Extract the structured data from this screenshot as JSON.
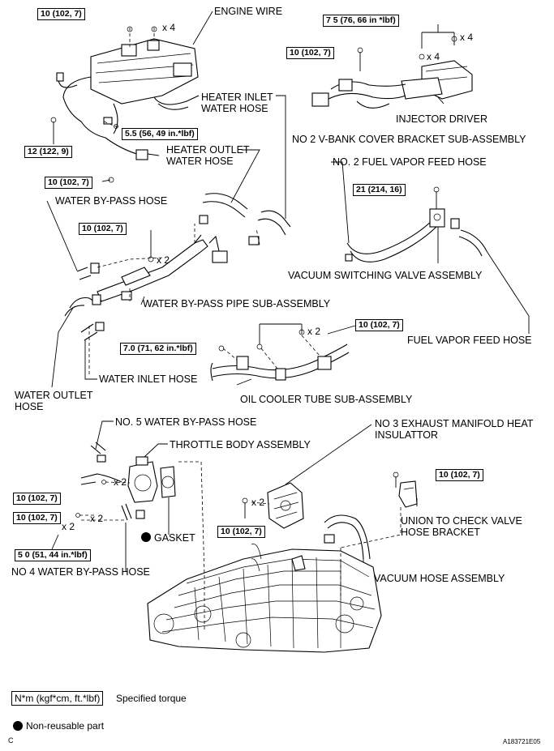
{
  "labels": {
    "engine_wire": "ENGINE WIRE",
    "heater_inlet": "HEATER INLET WATER HOSE",
    "injector_driver": "INJECTOR DRIVER",
    "v_bank_bracket": "NO  2 V-BANK COVER BRACKET SUB-ASSEMBLY",
    "heater_outlet": "HEATER OUTLET WATER HOSE",
    "fuel_vapor_feed_2": "NO. 2 FUEL VAPOR FEED HOSE",
    "water_bypass_hose": "WATER BY-PASS HOSE",
    "vacuum_switching_valve": "VACUUM SWITCHING VALVE ASSEMBLY",
    "water_bypass_pipe": "WATER BY-PASS PIPE SUB-ASSEMBLY",
    "fuel_vapor_feed": "FUEL VAPOR FEED HOSE",
    "water_inlet_hose": "WATER INLET HOSE",
    "water_outlet_hose": "WATER OUTLET HOSE",
    "oil_cooler_tube": "OIL COOLER TUBE SUB-ASSEMBLY",
    "no5_bypass": "NO. 5 WATER BY-PASS HOSE",
    "exhaust_insulator": "NO  3 EXHAUST MANIFOLD HEAT INSULATTOR",
    "throttle_body": "THROTTLE BODY ASSEMBLY",
    "union_bracket": "UNION TO CHECK VALVE HOSE BRACKET",
    "gasket": "GASKET",
    "no4_bypass": "NO  4 WATER BY-PASS HOSE",
    "vacuum_hose": "VACUUM HOSE ASSEMBLY"
  },
  "torques": {
    "t1": "10 (102, 7)",
    "t2": "7 5 (76, 66 in *lbf)",
    "t3": "10 (102, 7)",
    "t4": "5.5 (56, 49 in.*lbf)",
    "t5": "12 (122, 9)",
    "t6": "10 (102, 7)",
    "t7": "21 (214, 16)",
    "t8": "10 (102, 7)",
    "t9": "10 (102, 7)",
    "t10": "7.0 (71, 62 in.*lbf)",
    "t11": "10 (102, 7)",
    "t12": "10 (102, 7)",
    "t13": "10 (102, 7)",
    "t14": "5 0 (51, 44 in.*lbf)",
    "t15": "10 (102, 7)"
  },
  "quantities": {
    "q_x4": "x 4",
    "q_x2": "x 2"
  },
  "legend": {
    "torque_unit": "N*m (kgf*cm, ft.*lbf)",
    "torque_desc": "Specified torque",
    "nonreusable": "Non-reusable part"
  },
  "footer": {
    "left": "C",
    "code": "A183721E05"
  }
}
